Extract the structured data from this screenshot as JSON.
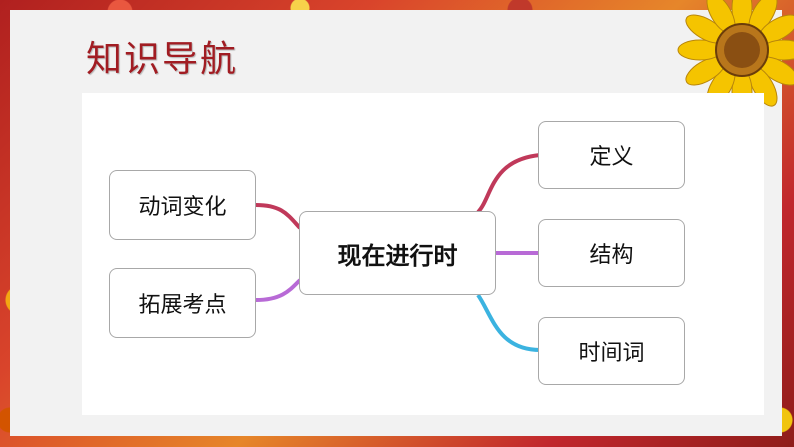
{
  "title": "知识导航",
  "center_node": "现在进行时",
  "left_nodes": [
    "动词变化",
    "拓展考点"
  ],
  "right_nodes": [
    "定义",
    "结构",
    "时间词"
  ],
  "colors": {
    "title": "#a11c22",
    "link_dinyi": "#c0395a",
    "link_jiegou": "#b86ad6",
    "link_shijianci": "#3bb3e0",
    "link_dongci": "#c0395a",
    "link_tuozhan": "#b86ad6"
  }
}
